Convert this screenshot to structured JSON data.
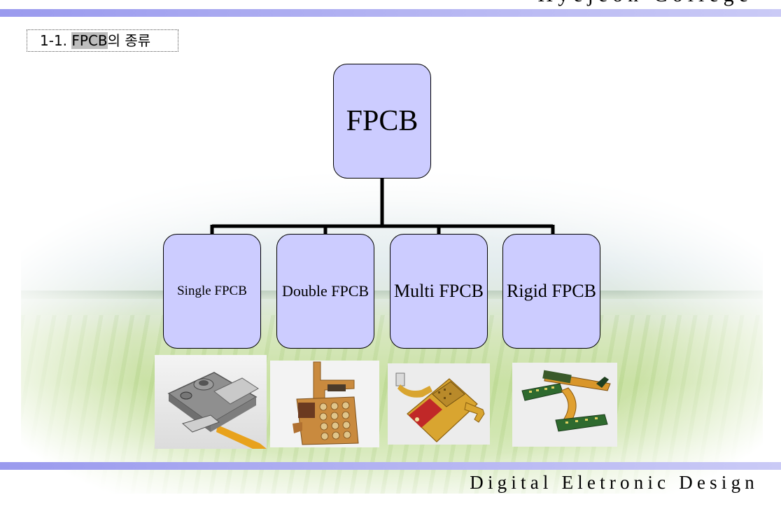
{
  "header": {
    "title": "Hyejeon College"
  },
  "footer": {
    "title": "Digital Eletronic Design"
  },
  "section": {
    "number": "1-1.",
    "highlight": "FPCB",
    "rest": "의 종류"
  },
  "diagram": {
    "root": "FPCB",
    "children": [
      "Single FPCB",
      "Double FPCB",
      "Multi FPCB",
      "Rigid FPCB"
    ]
  },
  "colors": {
    "node_fill": "#ccccff",
    "bar": "#9a9aee",
    "board_copper": "#c98a3e",
    "board_gold": "#d9a530"
  }
}
